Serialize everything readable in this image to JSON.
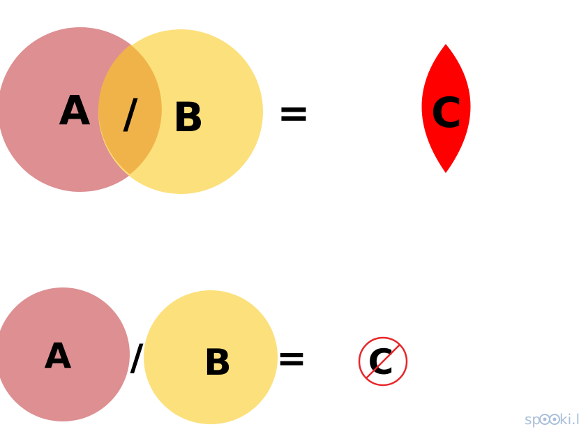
{
  "colors": {
    "circle_a": "#dd8f92",
    "circle_b": "#fce07b",
    "overlap": "#f0b34a",
    "result_shape": "#ff0000",
    "prohibition_sign": "#e8262a",
    "text": "#000000",
    "watermark": "#a9bfd8"
  },
  "top_equation": {
    "set_a": "A",
    "operator": "/",
    "set_b": "B",
    "equals": "=",
    "result": "C"
  },
  "bottom_equation": {
    "set_a": "A",
    "operator": "/",
    "set_b": "B",
    "equals": "=",
    "result": "C"
  },
  "watermark": {
    "prefix": "sp",
    "suffix": "ki.lv"
  }
}
